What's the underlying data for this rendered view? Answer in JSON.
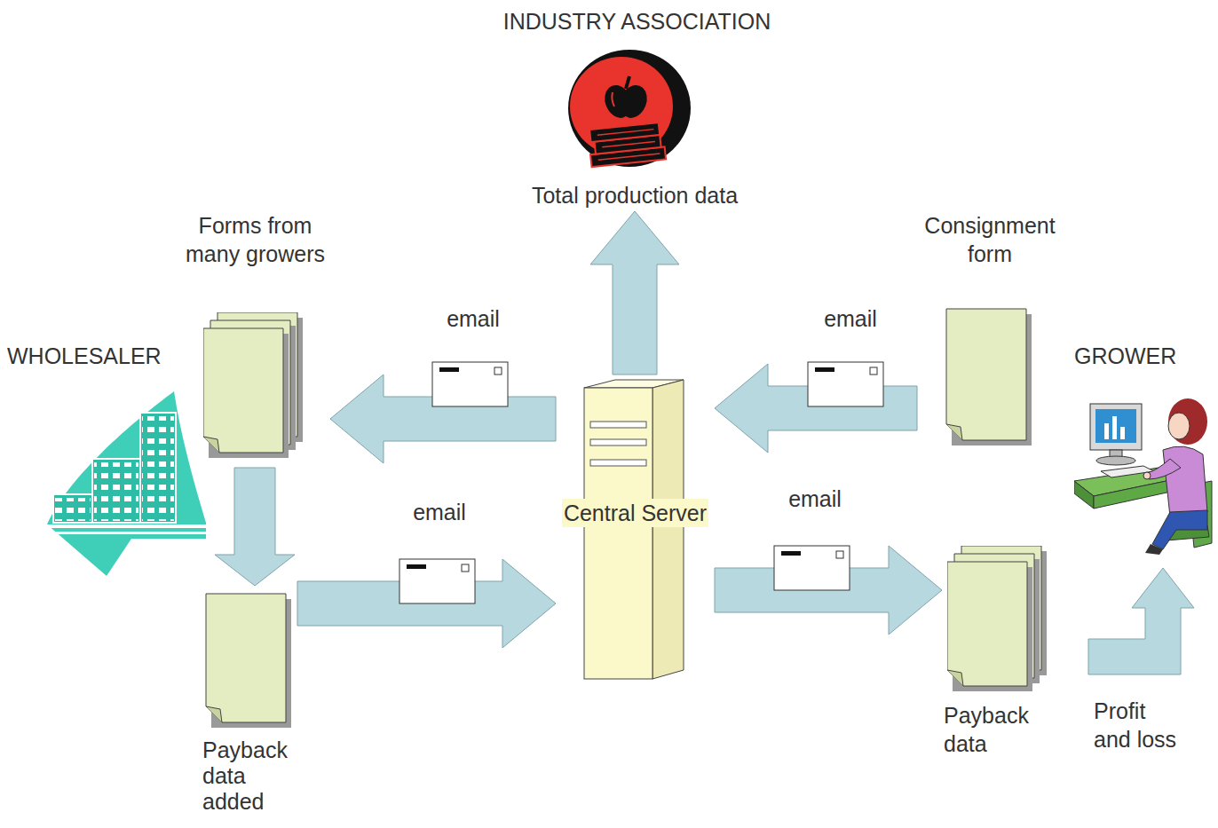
{
  "diagram": {
    "nodes": [
      {
        "text": [
          "INDUSTRY ASSOCIATION"
        ]
      },
      {
        "text": [
          "WHOLESALER"
        ]
      },
      {
        "text": [
          "Forms from many growers"
        ]
      },
      {
        "text": [
          "Central Server"
        ]
      },
      {
        "text": [
          "Consignment form"
        ]
      },
      {
        "text": [
          "GROWER"
        ]
      },
      {
        "text": [
          "Payback data added"
        ]
      },
      {
        "text": [
          "Payback data"
        ]
      }
    ],
    "edges": [
      {
        "from": 4,
        "to": 3,
        "arrow": "to",
        "label": "email"
      },
      {
        "from": 3,
        "to": 2,
        "arrow": "to",
        "label": "email"
      },
      {
        "from": 2,
        "to": 6,
        "arrow": "to"
      },
      {
        "from": 6,
        "to": 3,
        "arrow": "to",
        "label": "email"
      },
      {
        "from": 3,
        "to": 7,
        "arrow": "to",
        "label": "email"
      },
      {
        "from": 3,
        "to": 0,
        "arrow": "to",
        "label": "Total production data"
      },
      {
        "from": 7,
        "to": 5,
        "arrow": "to",
        "label": "Profit and loss"
      }
    ]
  }
}
